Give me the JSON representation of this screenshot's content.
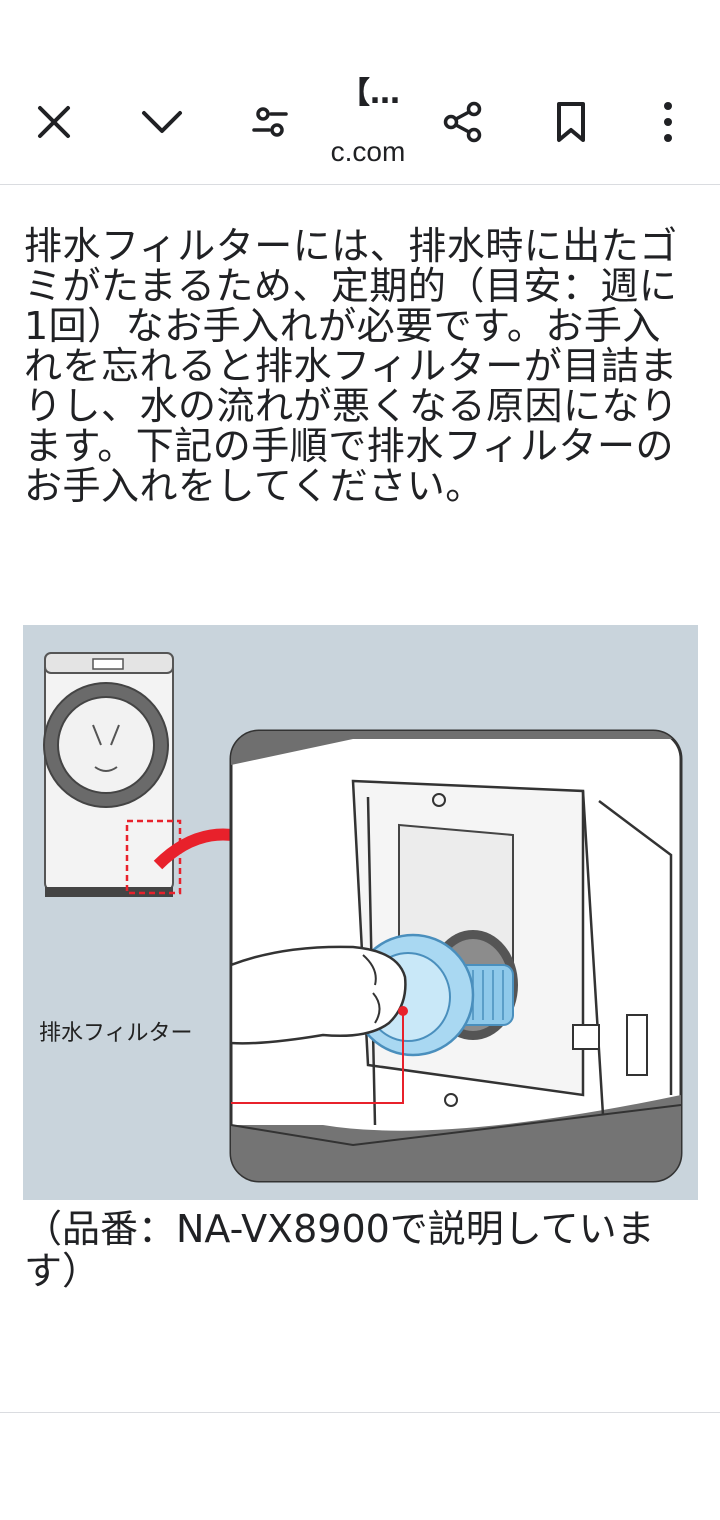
{
  "toolbar": {
    "title": "【…",
    "url": "c.com",
    "icons": [
      "close-icon",
      "chevron-down-icon",
      "tune-icon",
      "share-icon",
      "bookmark-icon",
      "more-vert-icon"
    ]
  },
  "article": {
    "intro": "排水フィルターには、排水時に出たゴミがたまるため、定期的（目安：週に1回）なお手入れが必要です。お手入れを忘れると排水フィルターが目詰まりし、水の流れが悪くなる原因になります。下記の手順で排水フィルターのお手入れをしてください。",
    "figure_label": "排水フィルター",
    "caption": "（品番：NA-VX8900で説明しています）"
  },
  "colors": {
    "figure_bg": "#c9d4dc",
    "arrow": "#e8212b",
    "filter": "#a9d8f2"
  }
}
